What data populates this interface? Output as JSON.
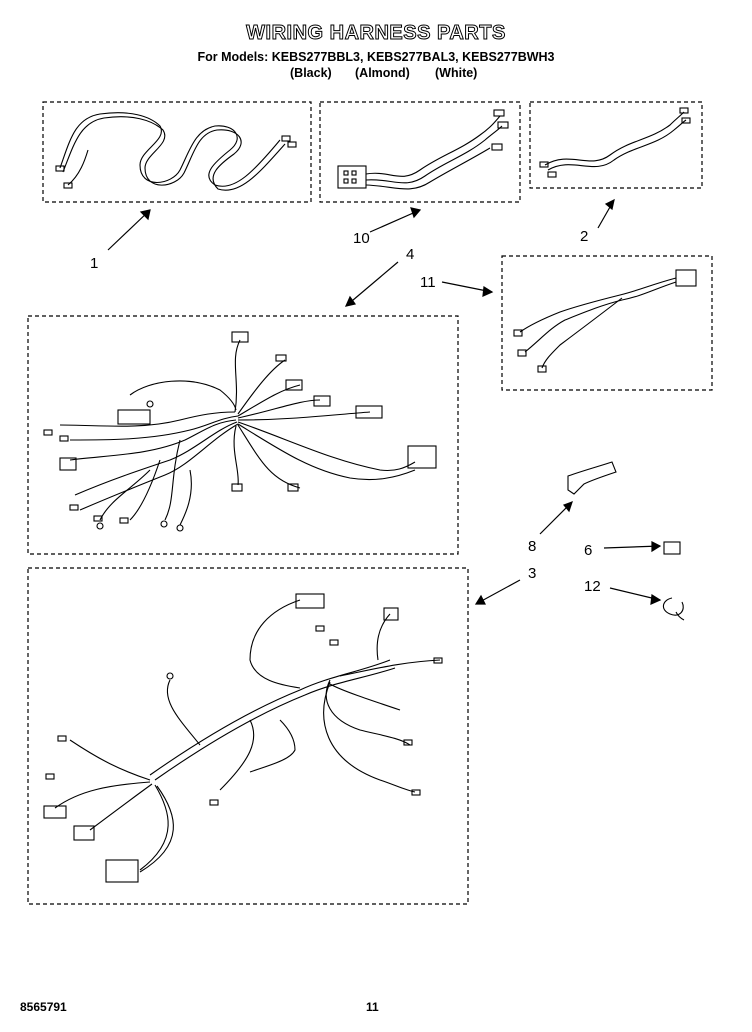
{
  "header": {
    "title": "WIRING HARNESS PARTS",
    "models_line": "For Models: KEBS277BBL3, KEBS277BAL3, KEBS277BWH3",
    "colors": [
      "(Black)",
      "(Almond)",
      "(White)"
    ]
  },
  "callouts": {
    "c1": "1",
    "c10": "10",
    "c2": "2",
    "c4": "4",
    "c11": "11",
    "c8": "8",
    "c6": "6",
    "c3": "3",
    "c12": "12"
  },
  "footer": {
    "doc_number": "8565791",
    "page_number": "11"
  }
}
